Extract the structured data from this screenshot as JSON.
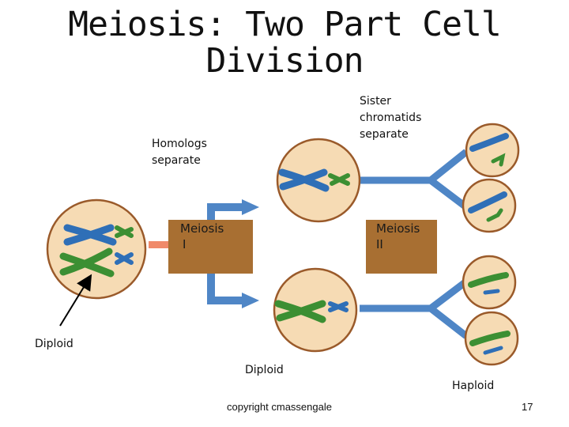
{
  "title": {
    "line1": "Meiosis: Two Part Cell",
    "line2": "Division"
  },
  "labels": {
    "homologs_separate": [
      "Homologs",
      "separate"
    ],
    "sister_chromatids_separate": [
      "Sister",
      "chromatids",
      "separate"
    ],
    "meiosis_1": [
      "Meiosis",
      "I"
    ],
    "meiosis_2": [
      "Meiosis",
      "II"
    ],
    "diploid_left": "Diploid",
    "diploid_middle": "Diploid",
    "haploid": "Haploid"
  },
  "footer": {
    "copyright": "copyright cmassengale",
    "page_number": "17"
  },
  "colors": {
    "cell_fill": "#f6dbb4",
    "cell_stroke": "#9a5a2a",
    "arrow_blue": "#4f86c6",
    "box_brown": "#a86f32",
    "connector_salmon": "#f08a6a",
    "chromosome_blue": "#2f6fb7",
    "chromosome_green": "#3c8f33"
  }
}
